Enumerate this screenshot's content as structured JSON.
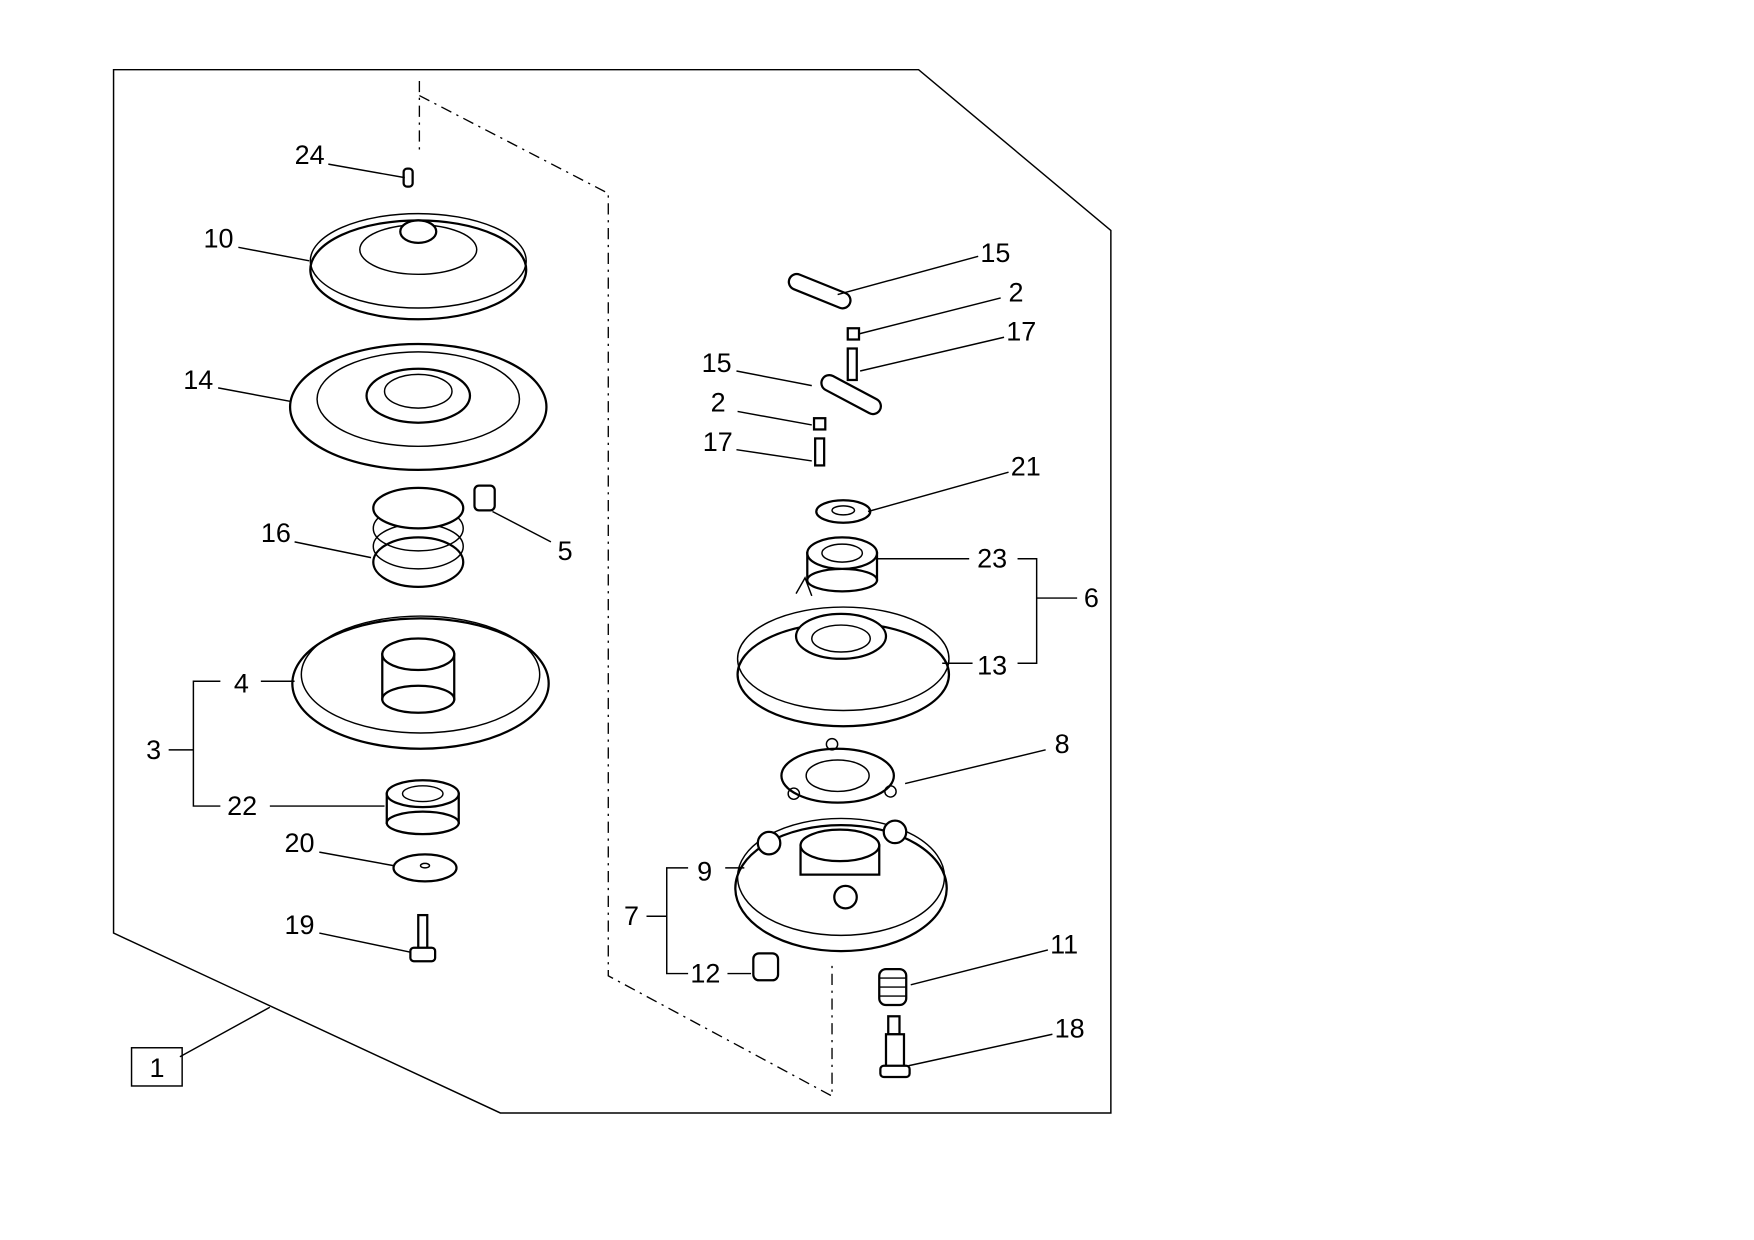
{
  "diagram": {
    "assembly_label": "1",
    "callouts": {
      "p24": "24",
      "p10": "10",
      "p14": "14",
      "p16": "16",
      "p5": "5",
      "p4": "4",
      "p3": "3",
      "p22": "22",
      "p20": "20",
      "p19": "19",
      "p15a": "15",
      "p2a": "2",
      "p17a": "17",
      "p15b": "15",
      "p2b": "2",
      "p17b": "17",
      "p21": "21",
      "p23": "23",
      "p6": "6",
      "p13": "13",
      "p8": "8",
      "p9": "9",
      "p7": "7",
      "p12": "12",
      "p11": "11",
      "p18": "18"
    }
  }
}
